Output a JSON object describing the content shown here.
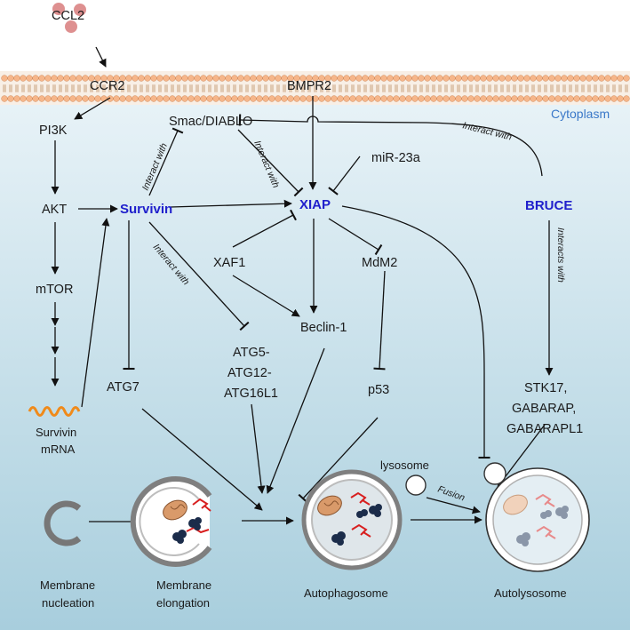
{
  "membrane": {
    "compartment_label": "Cytoplasm"
  },
  "colors": {
    "membrane_head": "#f6b68a",
    "cytoplasm_top": "#e7f2f7",
    "cytoplasm_bottom": "#a8cedd",
    "highlight_node": "#2020cc",
    "ligand": "#de9090",
    "mitochondria": "#d99a6a",
    "protein_red": "#d81f1f",
    "protein_dark": "#1b2c4a"
  },
  "nodes": {
    "ccl2": "CCL2",
    "ccr2": "CCR2",
    "bmpr2": "BMPR2",
    "pi3k": "PI3K",
    "akt": "AKT",
    "mtor": "mTOR",
    "survivin_mrna_line1": "Survivin",
    "survivin_mrna_line2": "mRNA",
    "survivin": "Survivin",
    "smac": "Smac/DIABLO",
    "xiap": "XIAP",
    "mir23a": "miR-23a",
    "bruce": "BRUCE",
    "xaf1": "XAF1",
    "mdm2": "MdM2",
    "atg7": "ATG7",
    "atg5_line1": "ATG5-",
    "atg5_line2": "ATG12-",
    "atg5_line3": "ATG16L1",
    "beclin": "Beclin-1",
    "p53": "p53",
    "stk_line1": "STK17,",
    "stk_line2": "GABARAP,",
    "stk_line3": "GABARAPL1",
    "lysosome": "lysosome"
  },
  "edge_labels": {
    "survivin_smac": "Interact with",
    "smac_xiap": "Interact with",
    "survivin_atg5": "Interact with",
    "bruce_smac": "Interact with",
    "bruce_stk": "Interacts with",
    "fusion": "Fusion"
  },
  "stages": {
    "nucleation_line1": "Membrane",
    "nucleation_line2": "nucleation",
    "elongation_line1": "Membrane",
    "elongation_line2": "elongation",
    "autophagosome": "Autophagosome",
    "autolysosome": "Autolysosome"
  }
}
